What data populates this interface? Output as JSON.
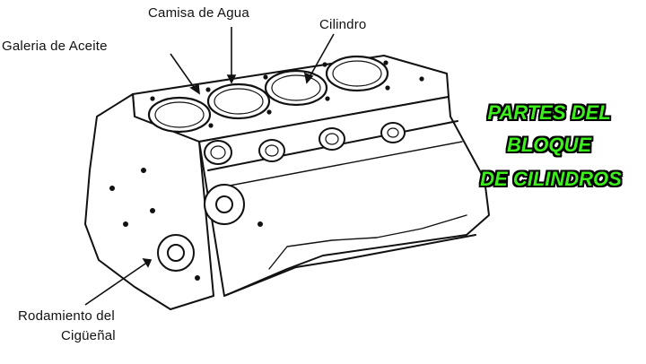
{
  "labels": {
    "camisa": "Camisa de Agua",
    "galeria": "Galeria de Aceite",
    "cilindro": "Cilindro",
    "rodamiento": "Rodamiento del",
    "ciguenal": "Cigüeñal"
  },
  "title": {
    "line1": "PARTES DEL",
    "line2": "BLOQUE",
    "line3": "DE CILINDROS"
  },
  "colors": {
    "title_fill": "#3df01c",
    "title_outline": "#000000",
    "line_art": "#111111"
  }
}
